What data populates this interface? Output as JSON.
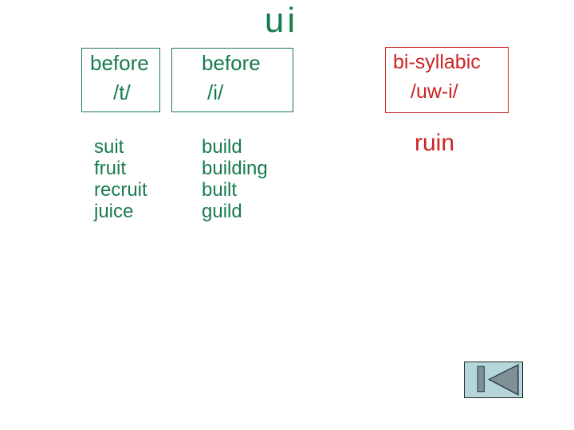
{
  "slide": {
    "title": "ui",
    "colors": {
      "green": "#177B4D",
      "red": "#CC2424",
      "button_bg": "#B7D6DB",
      "button_icon": "#7D9196",
      "button_border": "#1F2A2C"
    },
    "columns": [
      {
        "header": "before",
        "phoneme": "/t/",
        "words": [
          "suit",
          "fruit",
          "recruit",
          "juice"
        ]
      },
      {
        "header": "before",
        "phoneme": "/i/",
        "words": [
          "build",
          "building",
          "built",
          "guild"
        ]
      },
      {
        "header": "bi-syllabic",
        "phoneme": "/uw-i/",
        "words": [
          "ruin"
        ]
      }
    ],
    "nav_button": {
      "icon": "skip-to-start-icon"
    }
  }
}
